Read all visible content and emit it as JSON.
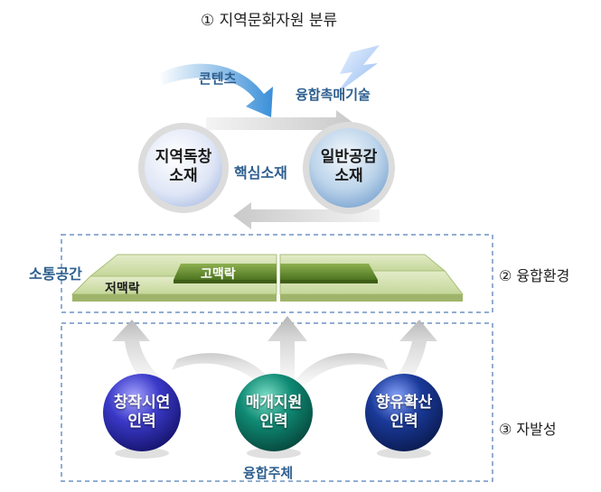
{
  "title": "① 지역문화자원 분류",
  "top": {
    "contents_label": "콘텐츠",
    "fusion_tech_label": "융합촉매기술",
    "core_material_label": "핵심소재",
    "left_circle": [
      "지역독창",
      "소재"
    ],
    "right_circle": [
      "일반공감",
      "소재"
    ]
  },
  "environment": {
    "side_label": "② 융합환경",
    "communication_space": "소통공간",
    "low_context": "저맥락",
    "high_context": "고맥락"
  },
  "spontaneity": {
    "side_label": "③ 자발성",
    "subject_label": "융합주체",
    "balls": [
      {
        "lines": [
          "창작시연",
          "인력"
        ],
        "color": "#3a39c8"
      },
      {
        "lines": [
          "매개지원",
          "인력"
        ],
        "color": "#0f8a74"
      },
      {
        "lines": [
          "향유확산",
          "인력"
        ],
        "color": "#1a3a9a"
      }
    ]
  },
  "colors": {
    "accent_blue": "#2e5f8f",
    "dashed_border": "#6f93c4",
    "platform_green": "#c9d99e",
    "platform_dark_green": "#5f8a2a"
  }
}
